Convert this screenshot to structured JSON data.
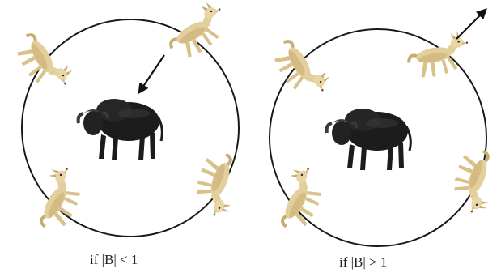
{
  "panels": [
    {
      "id": "left",
      "caption": "if |B| < 1",
      "arrow_direction": "toward-prey"
    },
    {
      "id": "right",
      "caption": "if |B| > 1",
      "arrow_direction": "away-from-prey"
    }
  ],
  "colors": {
    "circle": "#1a1a1a",
    "buffalo": "#1c1c1c",
    "predator": "#e3cf9c",
    "predator_shade": "#c8ad73",
    "arrow": "#111111"
  },
  "icons": {
    "prey": "buffalo-icon",
    "predator": "wild-dog-icon",
    "movement": "arrow-icon"
  }
}
